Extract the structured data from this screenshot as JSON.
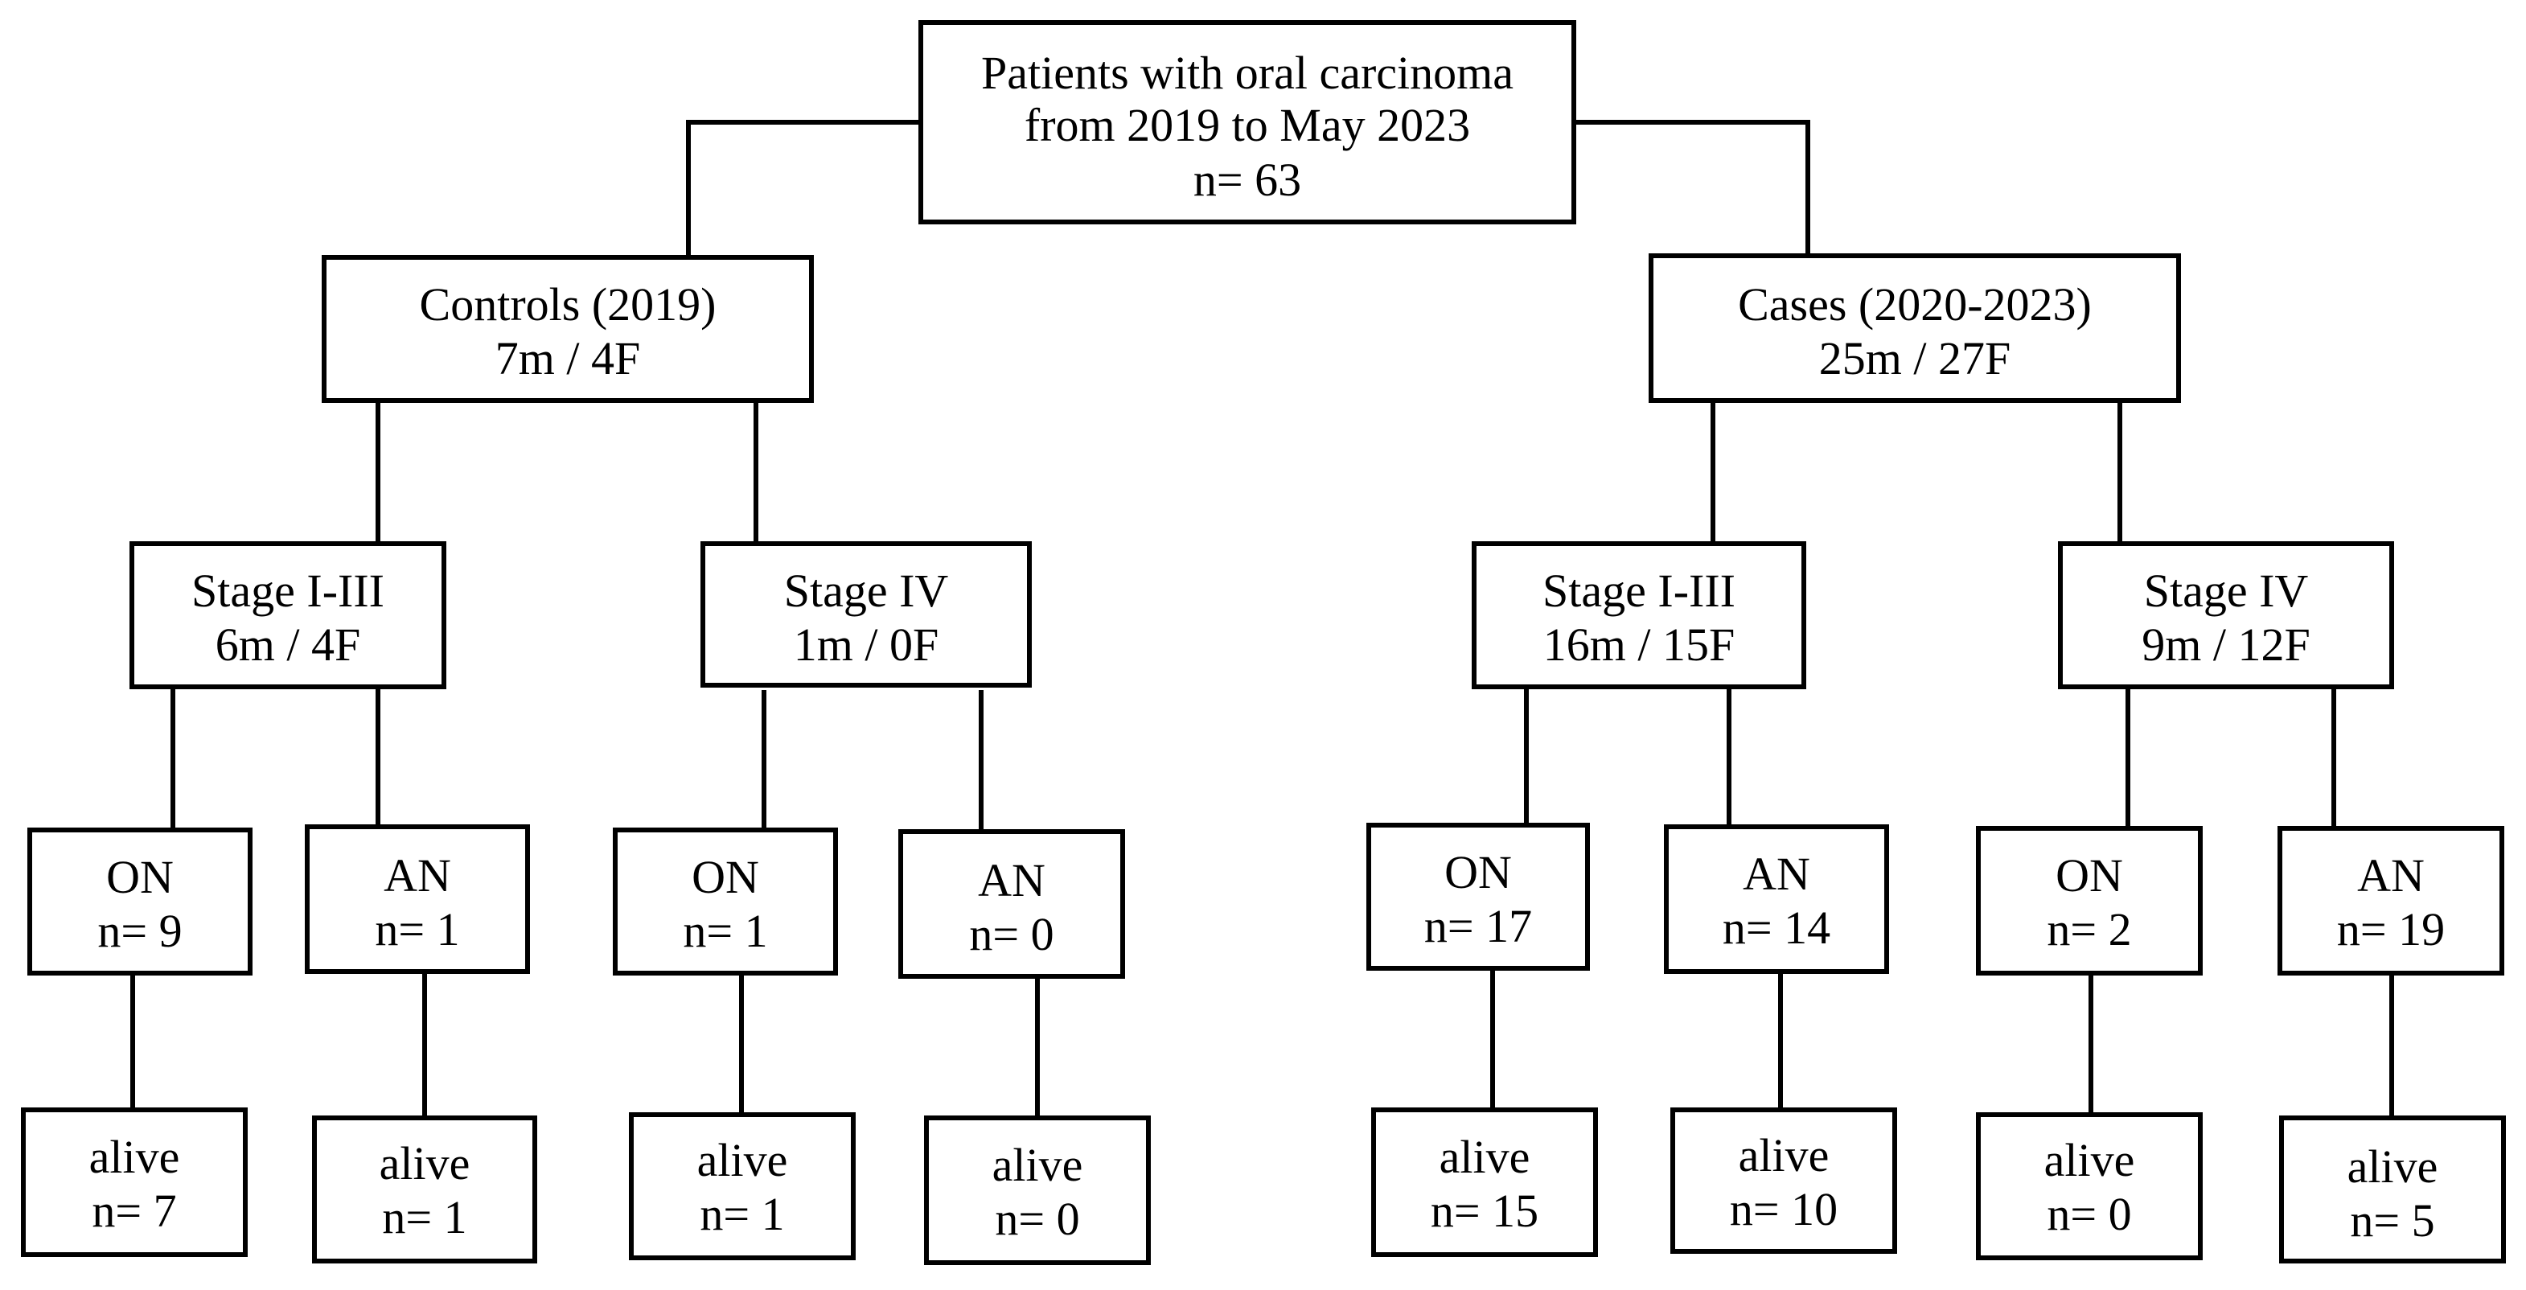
{
  "root": {
    "line1": "Patients with oral carcinoma",
    "line2": "from 2019 to May 2023",
    "line3": "n= 63"
  },
  "controls": {
    "title": "Controls (2019)",
    "sex": "7m / 4F",
    "stage_early": {
      "title": "Stage I-III",
      "sex": "6m / 4F",
      "on": {
        "label": "ON",
        "n": "n= 9",
        "alive_label": "alive",
        "alive_n": "n= 7"
      },
      "an": {
        "label": "AN",
        "n": "n= 1",
        "alive_label": "alive",
        "alive_n": "n= 1"
      }
    },
    "stage_iv": {
      "title": "Stage IV",
      "sex": "1m / 0F",
      "on": {
        "label": "ON",
        "n": "n= 1",
        "alive_label": "alive",
        "alive_n": "n= 1"
      },
      "an": {
        "label": "AN",
        "n": "n= 0",
        "alive_label": "alive",
        "alive_n": "n= 0"
      }
    }
  },
  "cases": {
    "title": "Cases (2020-2023)",
    "sex": "25m / 27F",
    "stage_early": {
      "title": "Stage I-III",
      "sex": "16m / 15F",
      "on": {
        "label": "ON",
        "n": "n= 17",
        "alive_label": "alive",
        "alive_n": "n= 15"
      },
      "an": {
        "label": "AN",
        "n": "n= 14",
        "alive_label": "alive",
        "alive_n": "n= 10"
      }
    },
    "stage_iv": {
      "title": "Stage IV",
      "sex": "9m / 12F",
      "on": {
        "label": "ON",
        "n": "n= 2",
        "alive_label": "alive",
        "alive_n": "n= 0"
      },
      "an": {
        "label": "AN",
        "n": "n= 19",
        "alive_label": "alive",
        "alive_n": "n= 5"
      }
    }
  }
}
